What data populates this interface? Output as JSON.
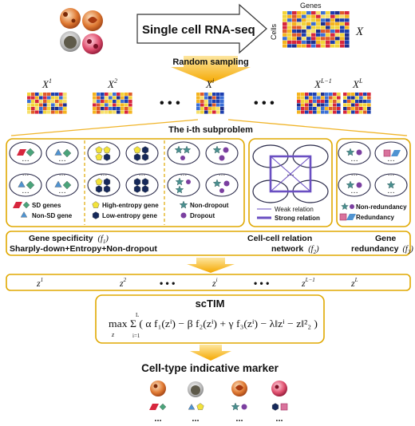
{
  "header": {
    "rnaseq_label": "Single cell RNA-seq",
    "matrix_top_label": "Genes",
    "matrix_side_label": "Cells",
    "matrix_name": "X"
  },
  "sampling": {
    "label": "Random sampling",
    "subsets": [
      "X",
      "X",
      "X",
      "X",
      "X"
    ],
    "subset_sups": [
      "1",
      "2",
      "i",
      "L-1",
      "L"
    ],
    "ellipsis": "• • •"
  },
  "subproblem": {
    "title": "The i-th subproblem",
    "dots": "…",
    "sd_genes": "SD genes",
    "non_sd_gene": "Non-SD gene",
    "high_entropy": "High-entropy gene",
    "low_entropy": "Low-entropy gene",
    "non_dropout": "Non-dropout",
    "dropout": "Dropout",
    "weak_relation": "Weak relation",
    "strong_relation": "Strong relation",
    "non_redundancy": "Non-redundancy",
    "redundancy": "Redundancy"
  },
  "functions": {
    "f1_line1": "Gene specificity",
    "f1_sym": "(f",
    "f1_sub": "1",
    "f1_close": ")",
    "f1_line2": "Sharply-down+Entropy+Non-dropout",
    "f2_line1": "Cell-cell relation",
    "f2_line2": "network",
    "f2_sym": "(f",
    "f2_sub": "2",
    "f2_close": ")",
    "f3_line1": "Gene",
    "f3_line2": "redundancy",
    "f3_sym": "(f",
    "f3_sub": "3",
    "f3_close": ")"
  },
  "z_row": {
    "base": "z",
    "sups": [
      "1",
      "2",
      "i",
      "L-1",
      "L"
    ],
    "ellipsis": "• • •"
  },
  "sctim": {
    "title": "scTIM",
    "formula": "max  Σ  ( α f₁(zⁱ) − β f₂(zⁱ) + γ f₃(zⁱ) − λ‖zⁱ − z‖²₂ )",
    "max_sub": "z",
    "sum_from": "i=1",
    "sum_to": "L"
  },
  "output": {
    "title": "Cell-type indicative marker",
    "dots": "..."
  },
  "colors": {
    "accent_orange": "#f5b41f",
    "border_gold": "#e0a800",
    "triangle_blue": "#4f93d1",
    "diamond_green": "#4aa37a",
    "star_teal": "#4a8f8f",
    "circle_purple": "#7b3fa0",
    "pentagon_yellow": "#f2e23a",
    "hexagon_navy": "#15285a",
    "network_purple": "#6a4fc2",
    "red": "#d7263d",
    "pink": "#d9729c"
  }
}
